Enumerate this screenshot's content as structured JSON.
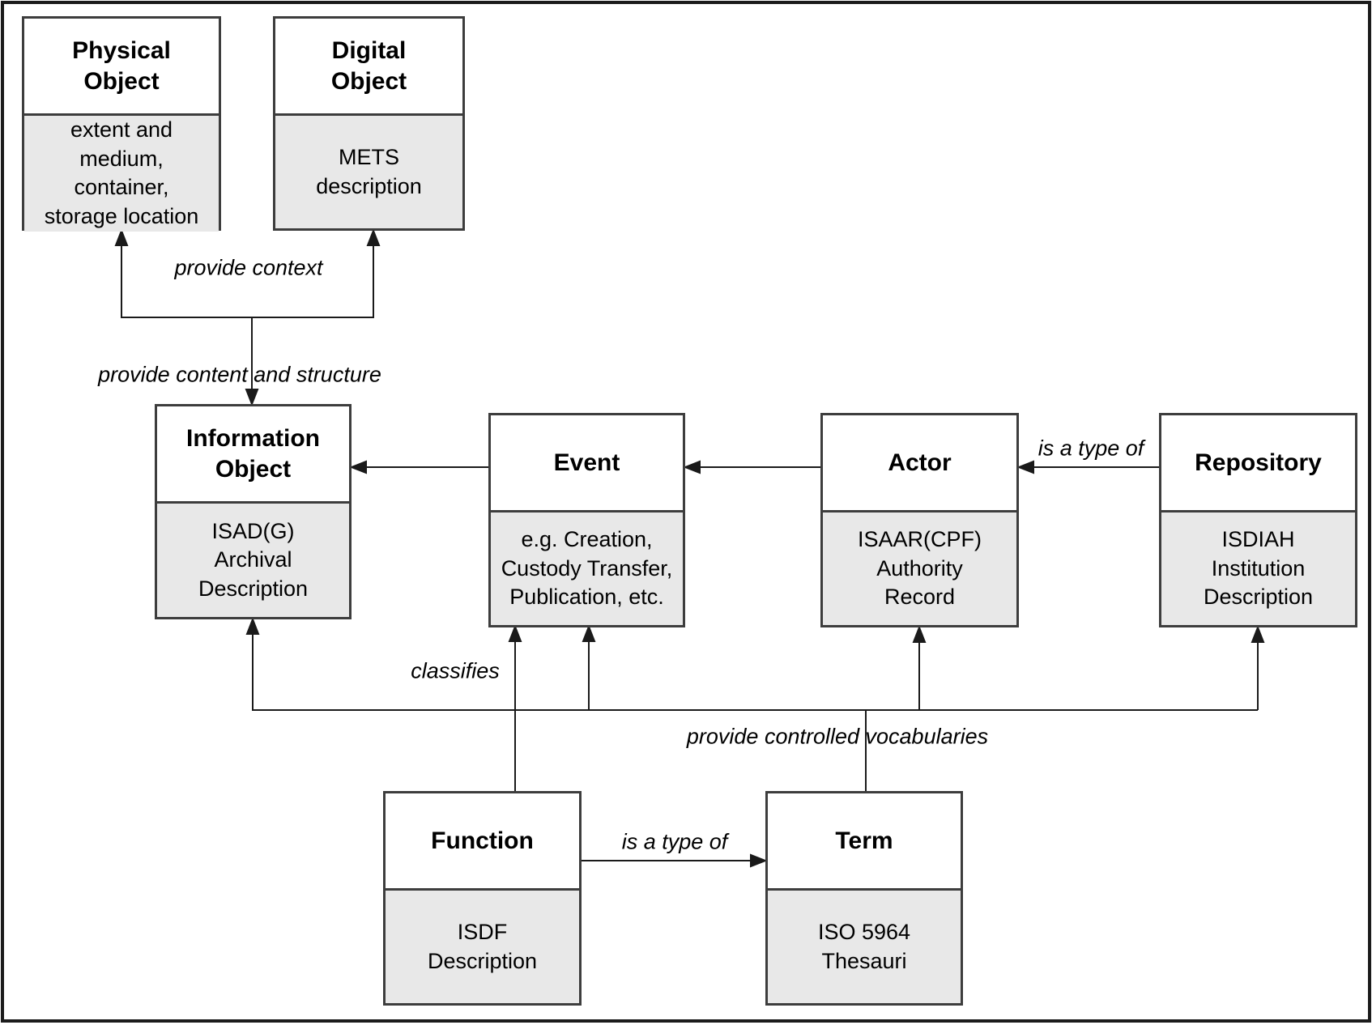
{
  "colors": {
    "entity_border": "#3d3d3d",
    "entity_header_fill": "#ffffff",
    "entity_body_fill": "#e8e8e8",
    "line_color": "#1a1a1a",
    "outer_border": "#1b1b1b",
    "text_color": "#000000"
  },
  "entities": {
    "physical_object": {
      "title": "Physical\nObject",
      "detail": "extent and\nmedium,\ncontainer,\nstorage location"
    },
    "digital_object": {
      "title": "Digital\nObject",
      "detail": "METS\ndescription"
    },
    "information_object": {
      "title": "Information\nObject",
      "detail": "ISAD(G)\nArchival\nDescription"
    },
    "event": {
      "title": "Event",
      "detail": "e.g. Creation,\nCustody Transfer,\nPublication, etc."
    },
    "actor": {
      "title": "Actor",
      "detail": "ISAAR(CPF)\nAuthority\nRecord"
    },
    "repository": {
      "title": "Repository",
      "detail": "ISDIAH\nInstitution\nDescription"
    },
    "function": {
      "title": "Function",
      "detail": "ISDF\nDescription"
    },
    "term": {
      "title": "Term",
      "detail": "ISO 5964\nThesauri"
    }
  },
  "relations": {
    "provide_context": "provide context",
    "provide_content_structure": "provide content and structure",
    "classifies": "classifies",
    "provide_controlled_vocabularies": "provide controlled vocabularies",
    "is_a_type_of_repository_actor": "is a type of",
    "is_a_type_of_function_term": "is a type of"
  }
}
